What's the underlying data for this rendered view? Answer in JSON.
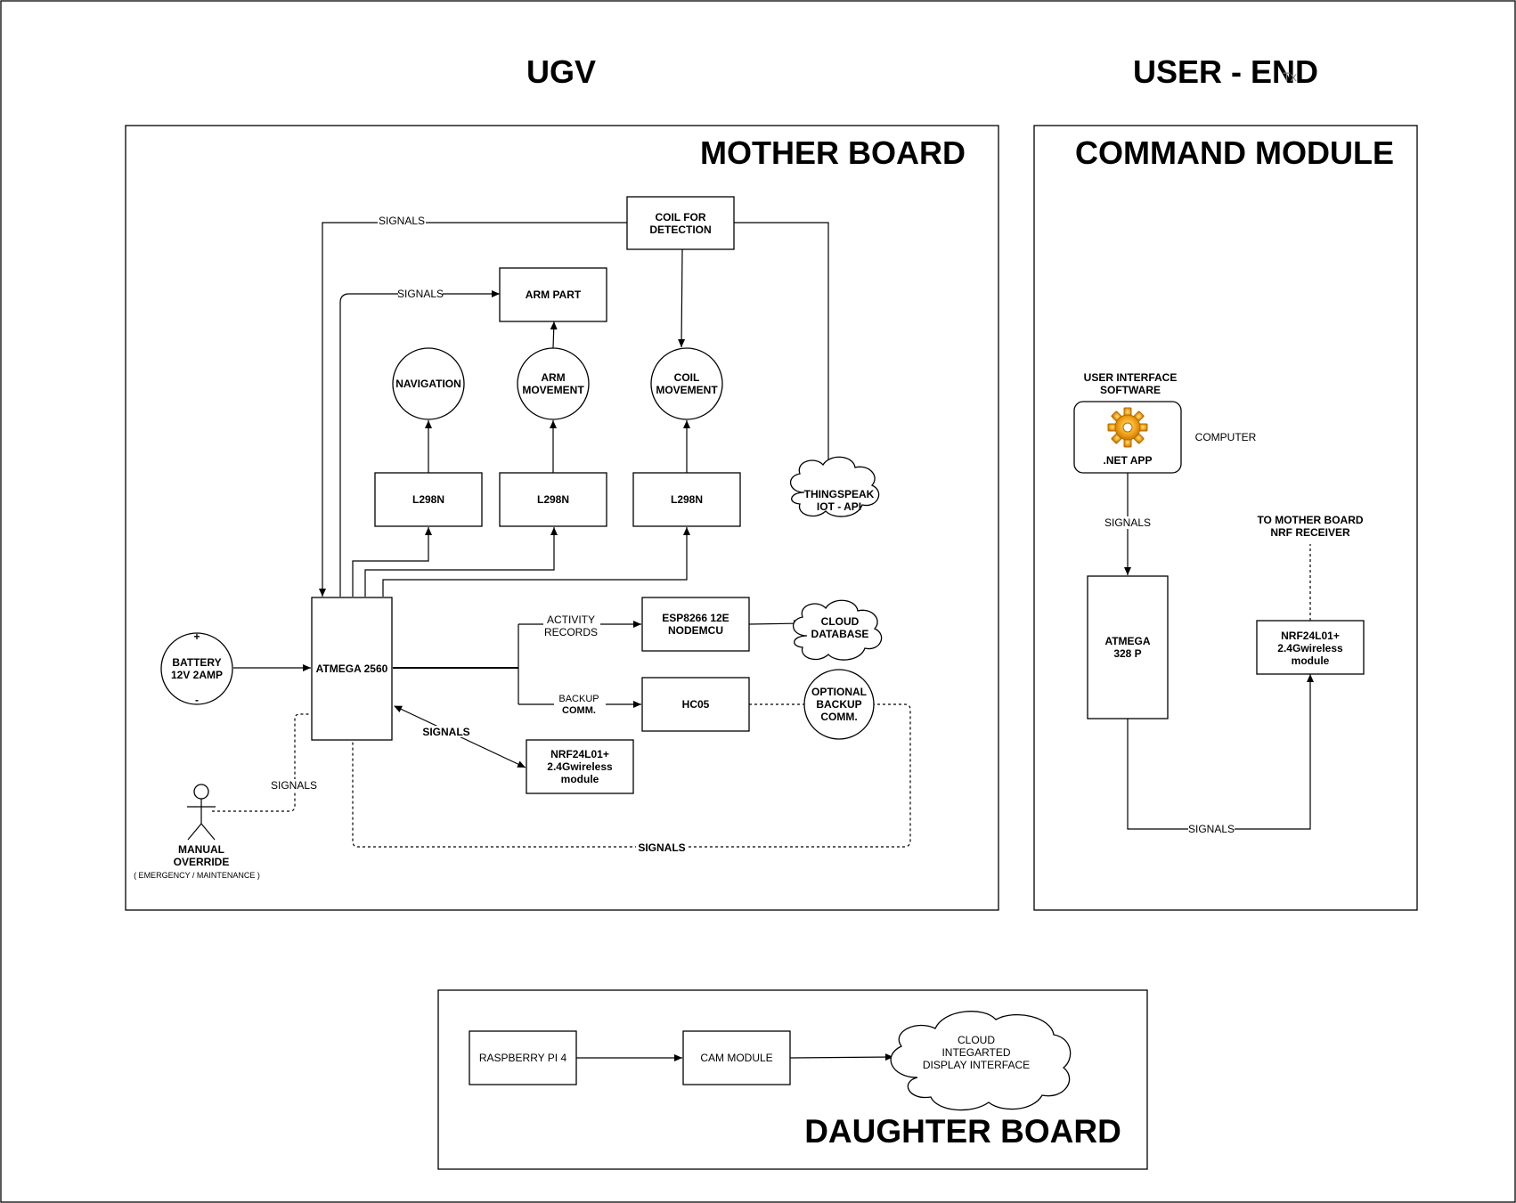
{
  "titles": {
    "ugv": "UGV",
    "user_end": "USER - END",
    "mother_board": "MOTHER BOARD",
    "command_module": "COMMAND MODULE",
    "daughter_board": "DAUGHTER  BOARD",
    "stray": "Tx"
  },
  "mother_board": {
    "coil_detection": [
      "COIL FOR",
      "DETECTION"
    ],
    "arm_part": "ARM PART",
    "navigation": "NAVIGATION",
    "arm_movement": [
      "ARM",
      "MOVEMENT"
    ],
    "coil_movement": [
      "COIL",
      "MOVEMENT"
    ],
    "l298n_1": "L298N",
    "l298n_2": "L298N",
    "l298n_3": "L298N",
    "thingspeak": [
      "THINGSPEAK",
      "IOT - API"
    ],
    "atmega": "ATMEGA 2560",
    "battery": [
      "BATTERY",
      "12V 2AMP"
    ],
    "battery_plus": "+",
    "battery_minus": "-",
    "esp": [
      "ESP8266 12E",
      "NODEMCU"
    ],
    "cloud_db": [
      "CLOUD",
      "DATABASE"
    ],
    "hc05": "HC05",
    "optional_backup": [
      "OPTIONAL",
      "BACKUP",
      "COMM."
    ],
    "nrf": [
      "NRF24L01+",
      "2.4Gwireless",
      "module"
    ],
    "manual_override": [
      "MANUAL",
      "OVERRIDE"
    ],
    "manual_override_sub": "( EMERGENCY / MAINTENANCE )",
    "edge_labels": {
      "signals_top": "SIGNALS",
      "signals_arm": "SIGNALS",
      "signals_nrf": "SIGNALS",
      "signals_manual": "SIGNALS",
      "signals_bottom": "SIGNALS",
      "activity_records": [
        "ACTIVITY",
        "RECORDS"
      ],
      "backup_comm": [
        "BACKUP",
        "COMM."
      ]
    }
  },
  "command_module": {
    "ui_software": [
      "USER INTERFACE",
      "SOFTWARE"
    ],
    "net_app": ".NET APP",
    "computer": "COMPUTER",
    "signals_app": "SIGNALS",
    "atmega": [
      "ATMEGA",
      "328 P"
    ],
    "to_mother": [
      "TO MOTHER BOARD",
      "NRF RECEIVER"
    ],
    "nrf": [
      "NRF24L01+",
      "2.4Gwireless",
      "module"
    ],
    "signals_bottom": "SIGNALS"
  },
  "daughter_board": {
    "raspberry": "RASPBERRY PI 4",
    "cam": "CAM MODULE",
    "cloud": [
      "CLOUD",
      "INTEGARTED",
      "DISPLAY INTERFACE"
    ]
  },
  "icons": {
    "net_app_icon": "gear-icon",
    "manual_override_icon": "stick-figure-icon",
    "gear_color": "#f2a51a"
  }
}
